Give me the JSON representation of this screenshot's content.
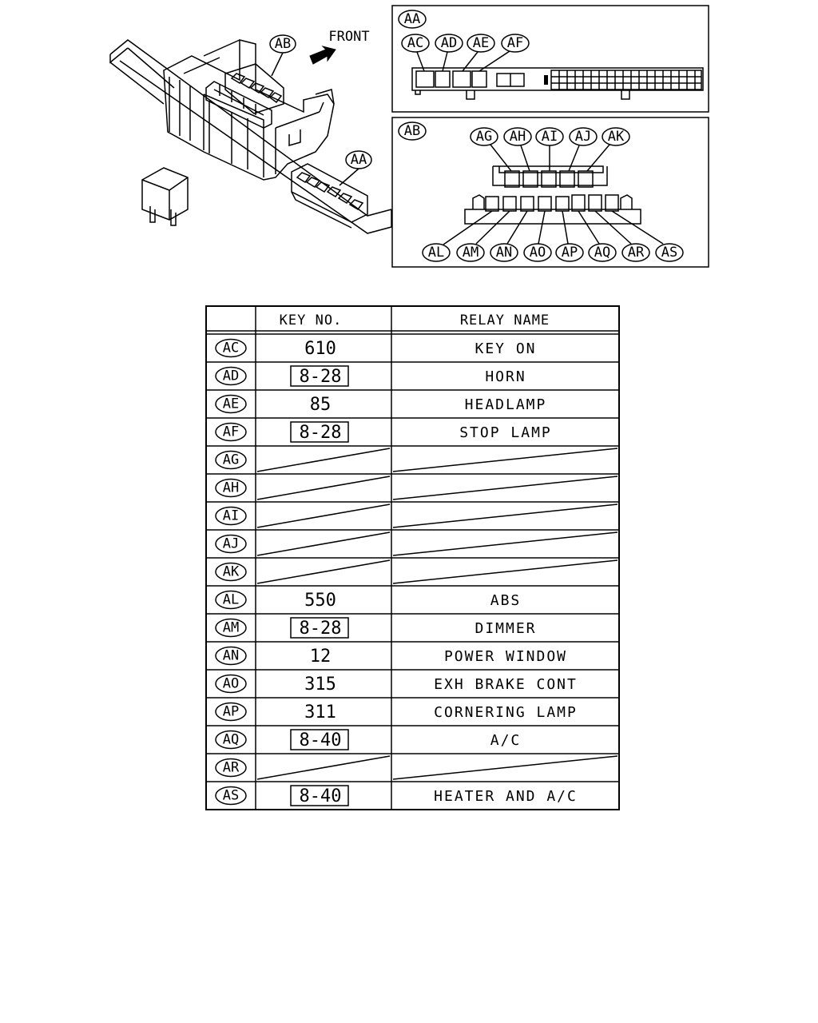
{
  "front_label": "FRONT",
  "tag_labels": {
    "ab_main": "AB",
    "aa_main": "AA",
    "aa_box": "AA",
    "ab_box": "AB",
    "ac": "AC",
    "ad": "AD",
    "ae": "AE",
    "af": "AF",
    "ag": "AG",
    "ah": "AH",
    "ai": "AI",
    "aj": "AJ",
    "ak": "AK",
    "al": "AL",
    "am": "AM",
    "an": "AN",
    "ao": "AO",
    "ap": "AP",
    "aq": "AQ",
    "ar": "AR",
    "as": "AS"
  },
  "table": {
    "col_key": "KEY NO.",
    "col_name": "RELAY NAME",
    "rows": [
      {
        "tag": "AC",
        "key": "610",
        "key_boxed": false,
        "name": "KEY ON",
        "blank": false
      },
      {
        "tag": "AD",
        "key": "8-28",
        "key_boxed": true,
        "name": "HORN",
        "blank": false
      },
      {
        "tag": "AE",
        "key": "85",
        "key_boxed": false,
        "name": "HEADLAMP",
        "blank": false
      },
      {
        "tag": "AF",
        "key": "8-28",
        "key_boxed": true,
        "name": "STOP LAMP",
        "blank": false
      },
      {
        "tag": "AG",
        "key": "",
        "key_boxed": false,
        "name": "",
        "blank": true
      },
      {
        "tag": "AH",
        "key": "",
        "key_boxed": false,
        "name": "",
        "blank": true
      },
      {
        "tag": "AI",
        "key": "",
        "key_boxed": false,
        "name": "",
        "blank": true
      },
      {
        "tag": "AJ",
        "key": "",
        "key_boxed": false,
        "name": "",
        "blank": true
      },
      {
        "tag": "AK",
        "key": "",
        "key_boxed": false,
        "name": "",
        "blank": true
      },
      {
        "tag": "AL",
        "key": "550",
        "key_boxed": false,
        "name": "ABS",
        "blank": false
      },
      {
        "tag": "AM",
        "key": "8-28",
        "key_boxed": true,
        "name": "DIMMER",
        "blank": false
      },
      {
        "tag": "AN",
        "key": "12",
        "key_boxed": false,
        "name": "POWER WINDOW",
        "blank": false
      },
      {
        "tag": "AO",
        "key": "315",
        "key_boxed": false,
        "name": "EXH BRAKE CONT",
        "blank": false
      },
      {
        "tag": "AP",
        "key": "311",
        "key_boxed": false,
        "name": "CORNERING LAMP",
        "blank": false
      },
      {
        "tag": "AQ",
        "key": "8-40",
        "key_boxed": true,
        "name": "A/C",
        "blank": false
      },
      {
        "tag": "AR",
        "key": "",
        "key_boxed": false,
        "name": "",
        "blank": true
      },
      {
        "tag": "AS",
        "key": "8-40",
        "key_boxed": true,
        "name": "HEATER AND A/C",
        "blank": false
      }
    ]
  }
}
